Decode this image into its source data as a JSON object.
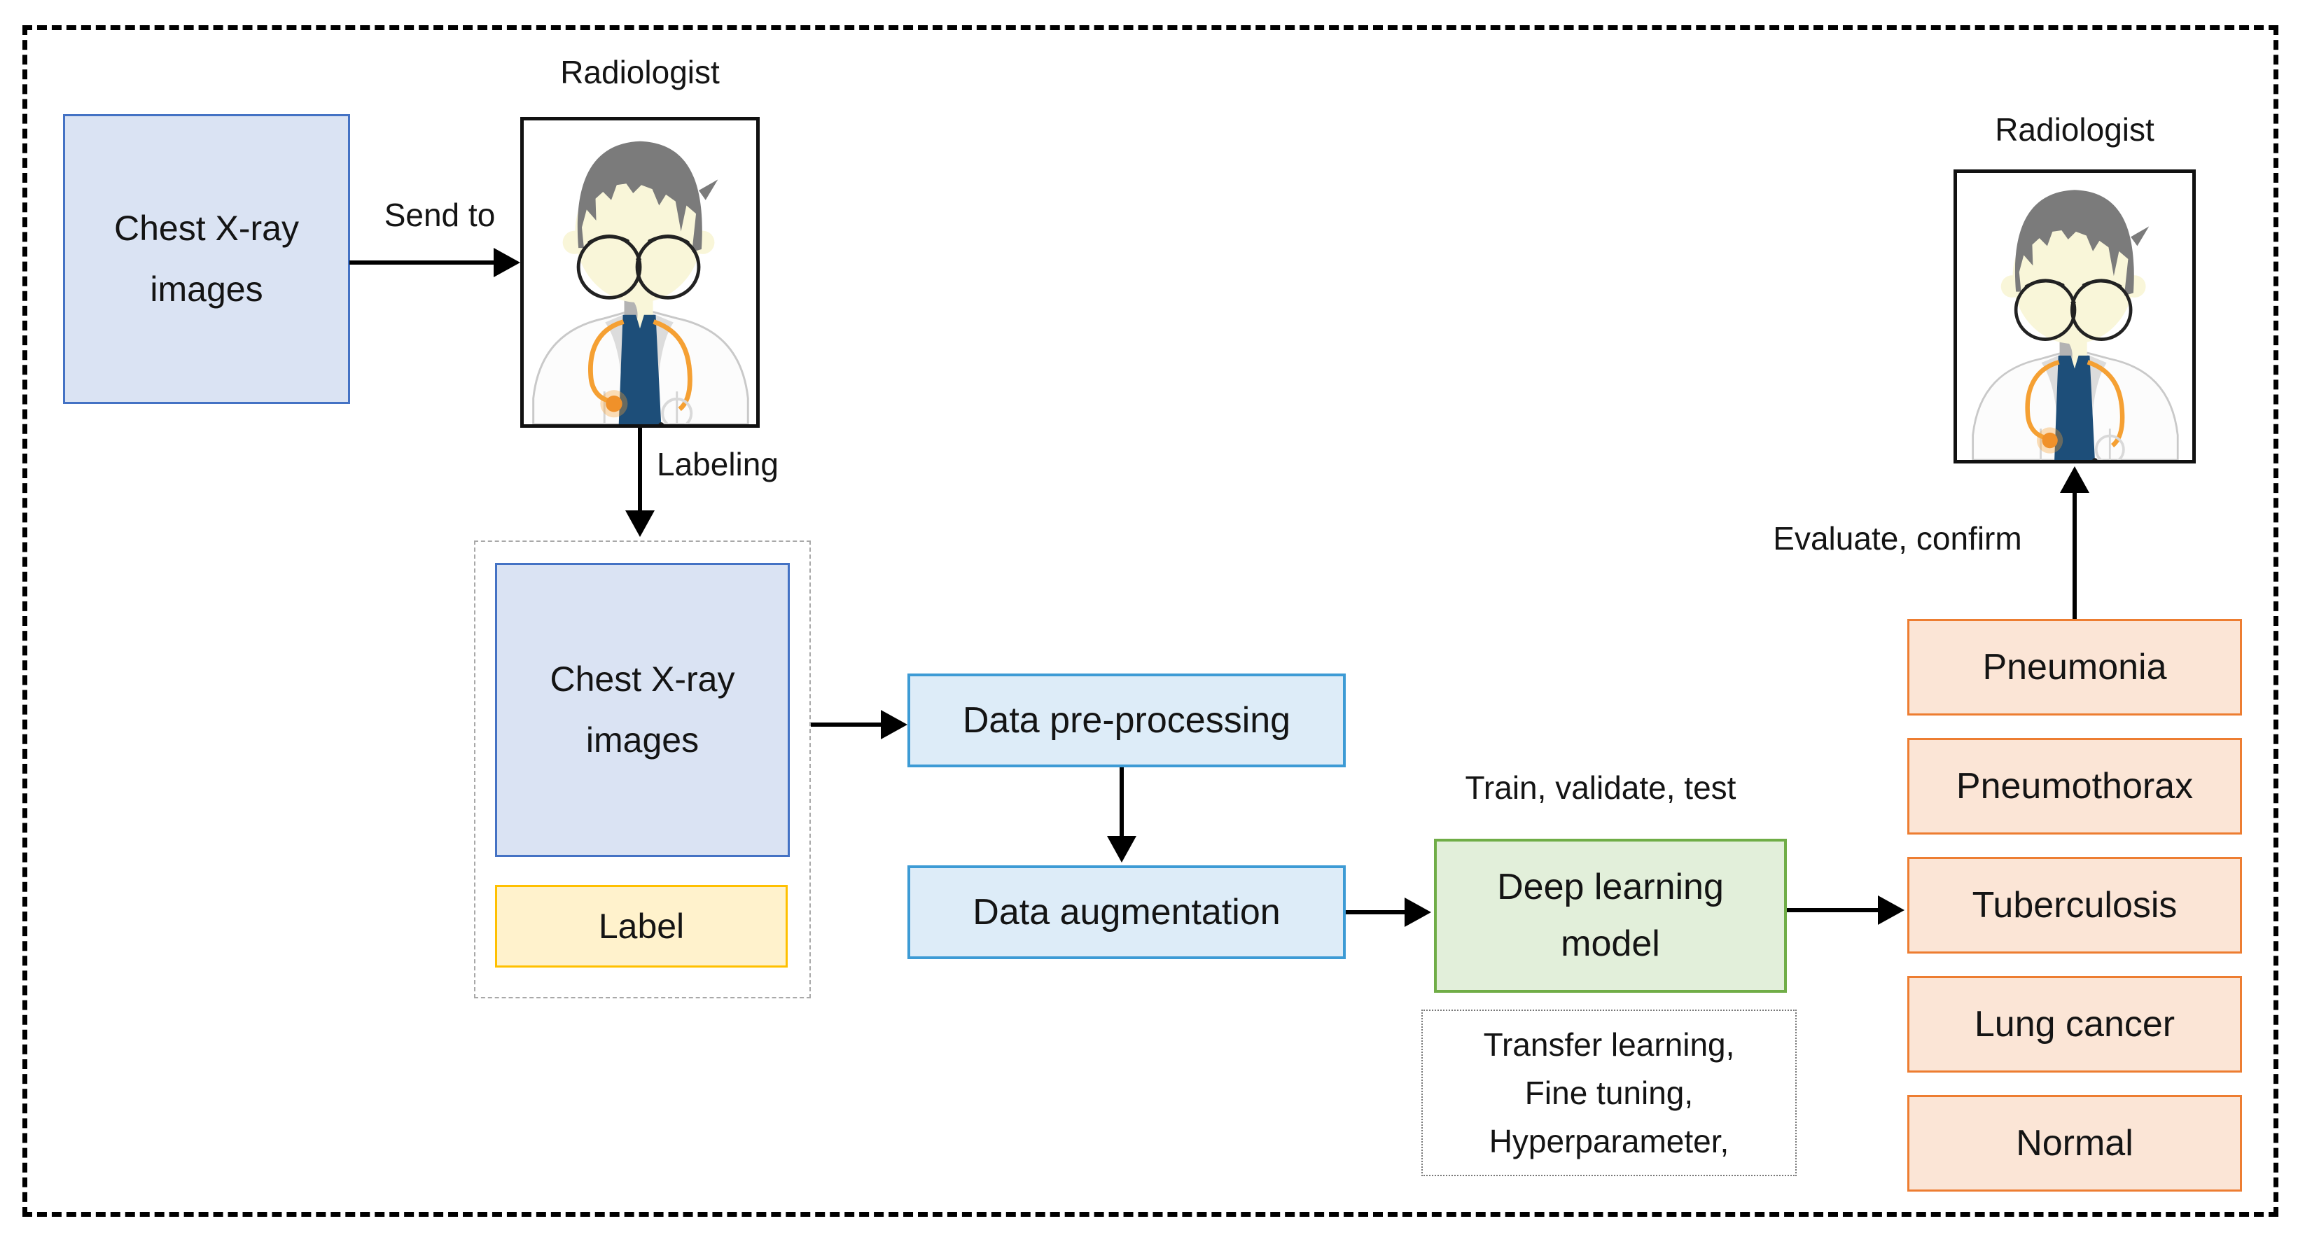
{
  "nodes": {
    "source_box": "Chest X-ray\nimages",
    "radiologist_left_title": "Radiologist",
    "send_to_label": "Send to",
    "labeling_label": "Labeling",
    "dataset_image_box": "Chest X-ray\nimages",
    "dataset_label_box": "Label",
    "preprocessing_box": "Data pre-processing",
    "augmentation_box": "Data augmentation",
    "train_caption": "Train, validate, test",
    "model_box": "Deep learning\nmodel",
    "model_notes_box": "Transfer learning,\nFine tuning,\nHyperparameter,",
    "evaluate_label": "Evaluate, confirm",
    "radiologist_right_title": "Radiologist",
    "outputs": [
      "Pneumonia",
      "Pneumothorax",
      "Tuberculosis",
      "Lung cancer",
      "Normal"
    ]
  },
  "colors": {
    "dataset_box_fill": "#dae3f3",
    "dataset_box_border": "#4472c4",
    "process_box_fill": "#ddecf8",
    "process_box_border": "#3d9bd5",
    "label_box_fill": "#fff2cc",
    "label_box_border": "#ffc000",
    "model_box_fill": "#e2efda",
    "model_box_border": "#70ad47",
    "output_box_fill": "#fbe5d6",
    "output_box_border": "#ed7d31",
    "outer_frame_border": "#000000",
    "arrow_color": "#000000"
  }
}
